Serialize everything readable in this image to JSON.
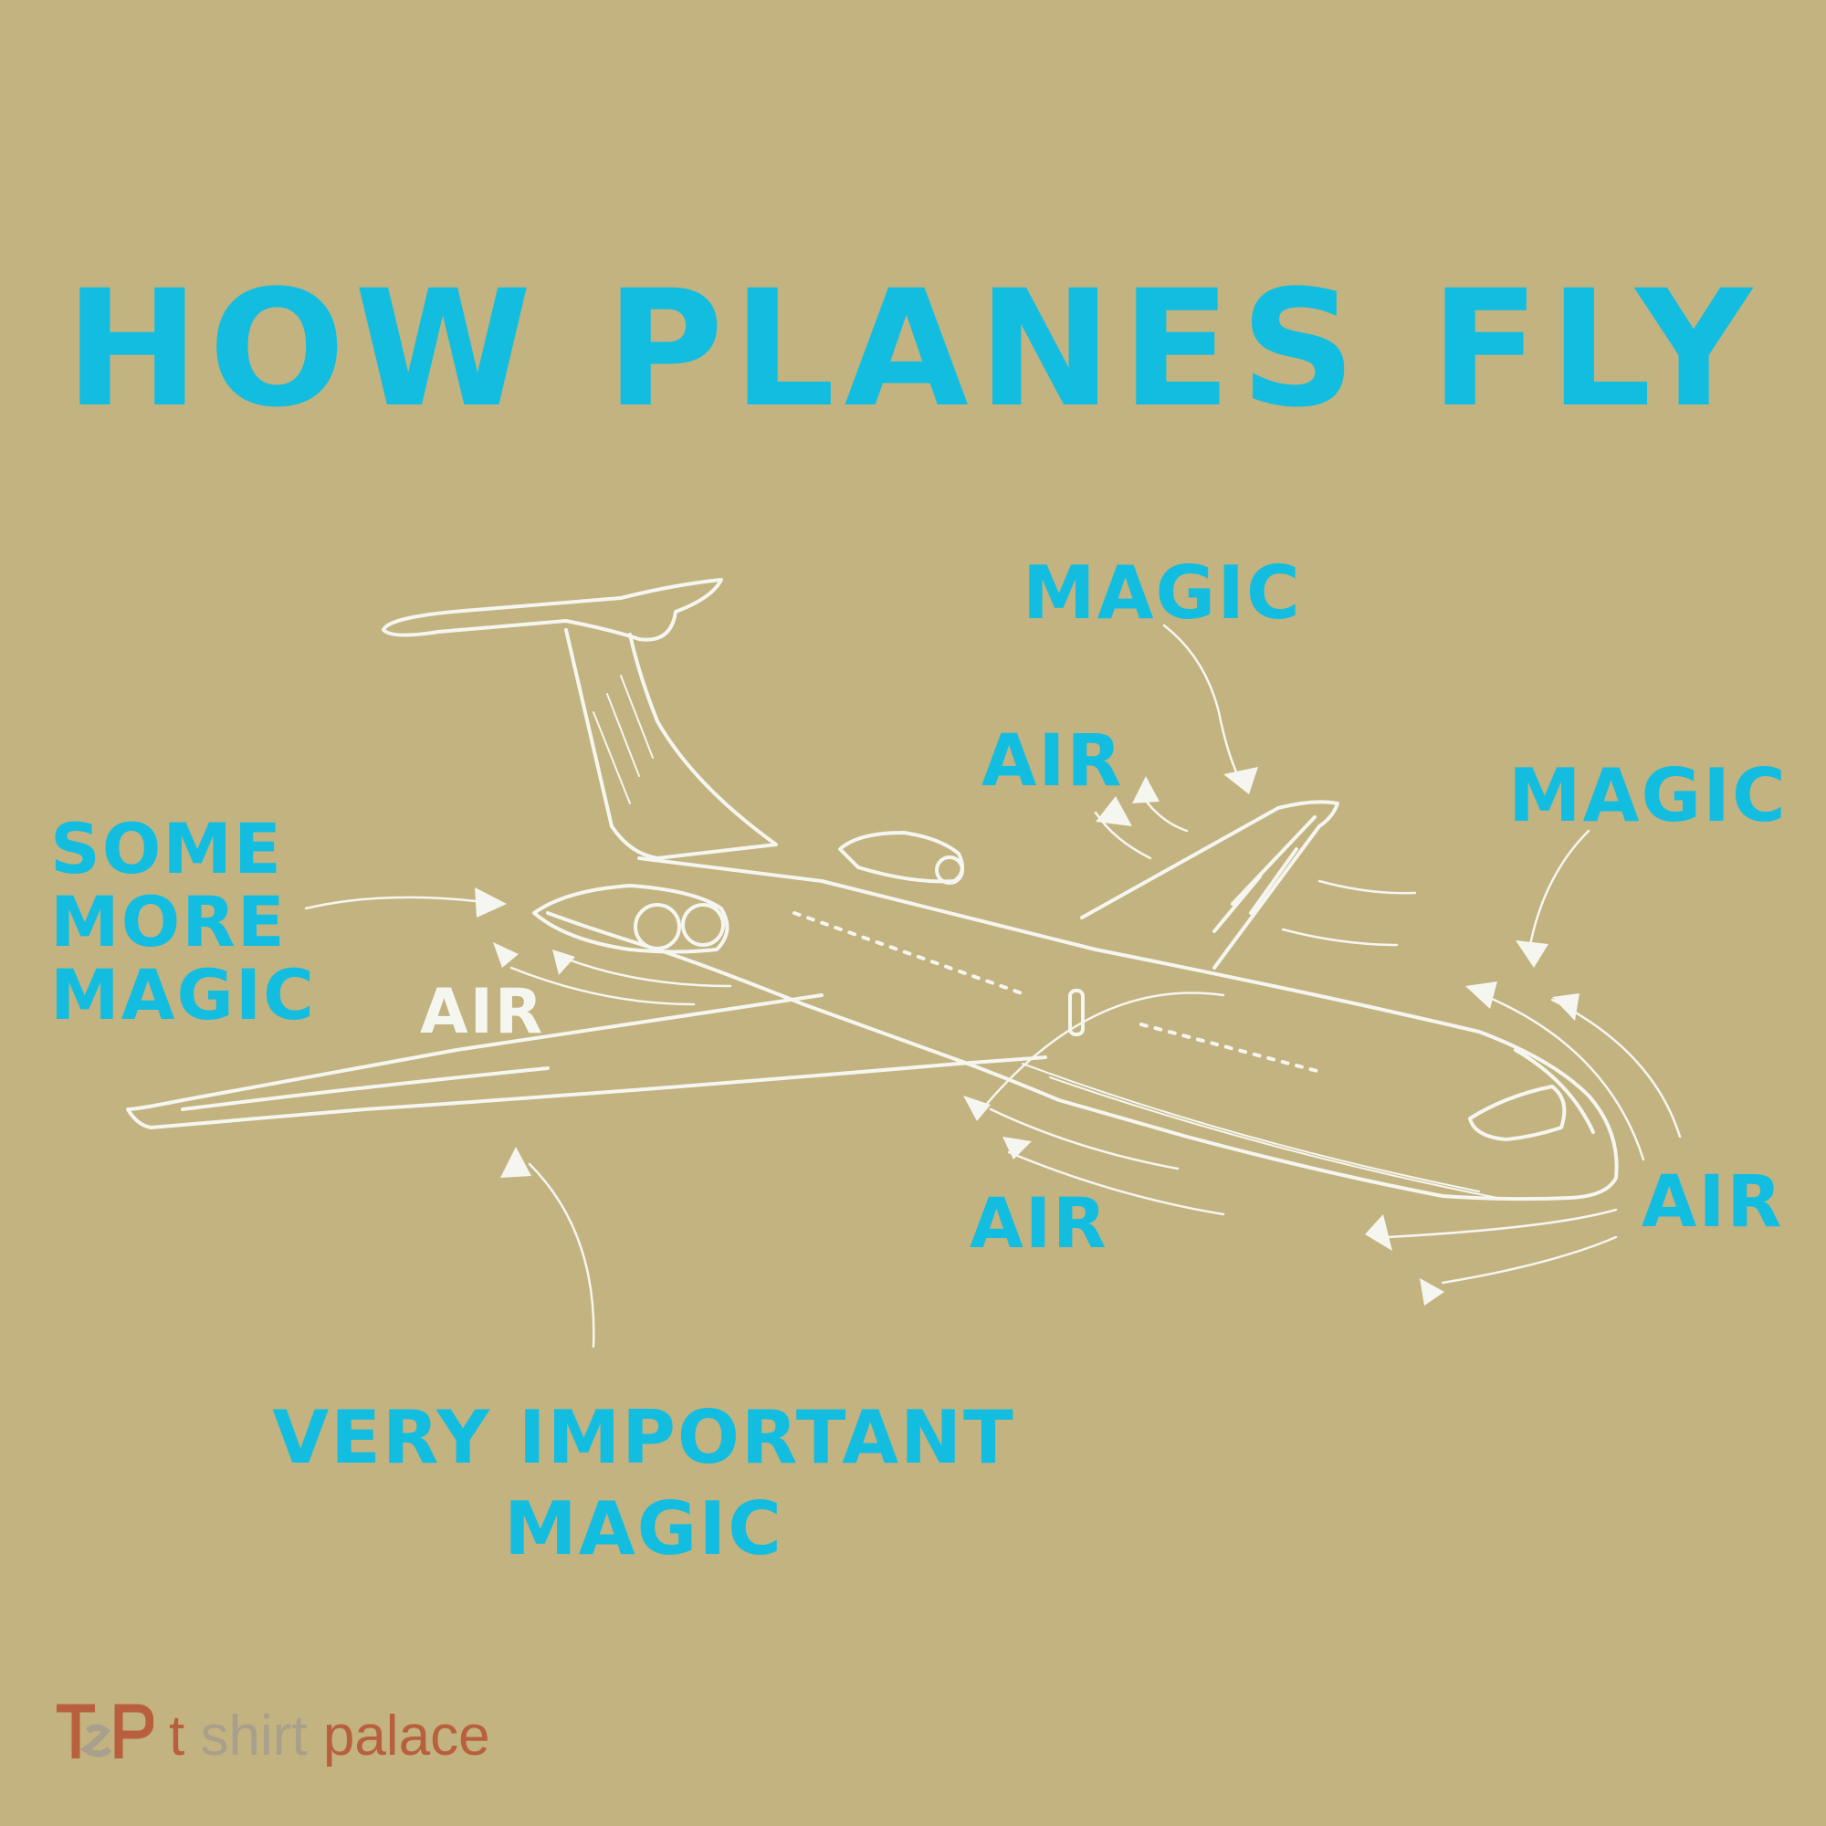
{
  "title": "HOW PLANES FLY",
  "labels": {
    "some_more_magic": [
      "SOME",
      "MORE",
      "MAGIC"
    ],
    "very_important_magic": "VERY IMPORTANT MAGIC",
    "magic_top": "MAGIC",
    "magic_right": "MAGIC",
    "air_upper": "AIR",
    "air_left": "AIR",
    "air_bottom": "AIR",
    "air_right": "AIR"
  },
  "logo": {
    "part1": "t",
    "part2": "shirt",
    "part3": "palace"
  },
  "colors": {
    "background": "#c2b380",
    "label": "#12bde0",
    "sketch": "#f6f6f0",
    "logo": "#b8603e"
  }
}
